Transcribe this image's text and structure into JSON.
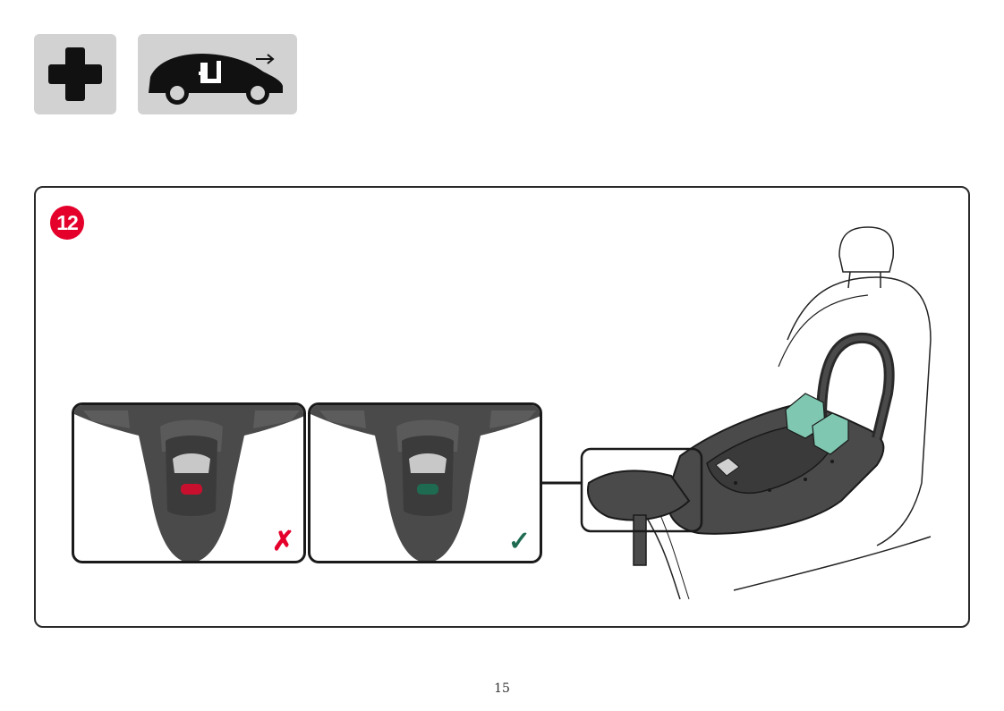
{
  "header": {
    "icons": [
      "plus-icon",
      "car-seat-icon"
    ],
    "tile_color": "#d2d2d2"
  },
  "step": {
    "number": "12",
    "badge_color": "#e4002b"
  },
  "details": [
    {
      "indicator_color": "#c8102e",
      "mark": "✗",
      "mark_color": "#e4002b",
      "status": "incorrect"
    },
    {
      "indicator_color": "#1e6b52",
      "mark": "✓",
      "mark_color": "#1e6b52",
      "status": "correct"
    }
  ],
  "seat": {
    "accent_color": "#7fc7b0"
  },
  "page": {
    "number": "15"
  }
}
